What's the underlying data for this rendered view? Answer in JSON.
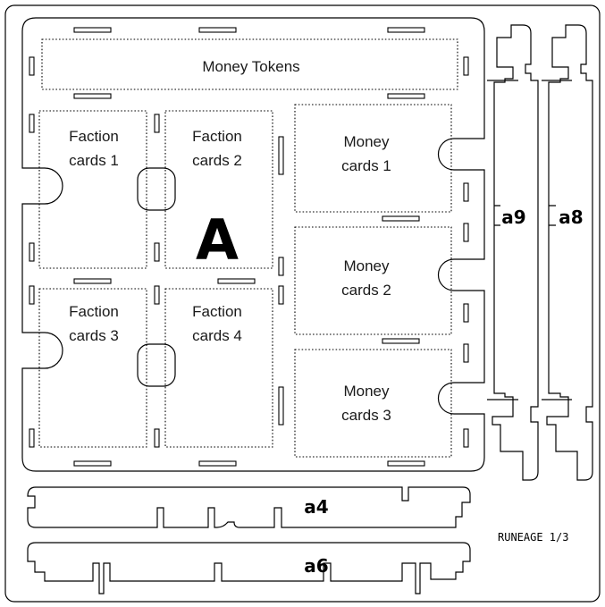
{
  "sheet": {
    "label": "A",
    "id_code": "RUNEAGE 1/3"
  },
  "compartments": {
    "money_tokens": "Money Tokens",
    "faction_1": [
      "Faction",
      "cards 1"
    ],
    "faction_2": [
      "Faction",
      "cards 2"
    ],
    "faction_3": [
      "Faction",
      "cards 3"
    ],
    "faction_4": [
      "Faction",
      "cards 4"
    ],
    "money_1": [
      "Money",
      "cards 1"
    ],
    "money_2": [
      "Money",
      "cards 2"
    ],
    "money_3": [
      "Money",
      "cards 3"
    ]
  },
  "parts": {
    "a4": "a4",
    "a6": "a6",
    "a8": "a8",
    "a9": "a9"
  }
}
